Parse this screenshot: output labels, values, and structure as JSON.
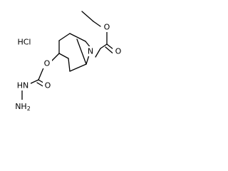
{
  "molecule": {
    "salt": "HCl",
    "atoms": {
      "ester_carbonyl_oxygen": "O",
      "ester_oxygen": "O",
      "ring_nitrogen": "N",
      "carbamate_oxygen": "O",
      "carbamate_carbonyl_oxygen": "O",
      "hydrazide_nh": "HN",
      "hydrazide_nh2": "NH2"
    }
  }
}
